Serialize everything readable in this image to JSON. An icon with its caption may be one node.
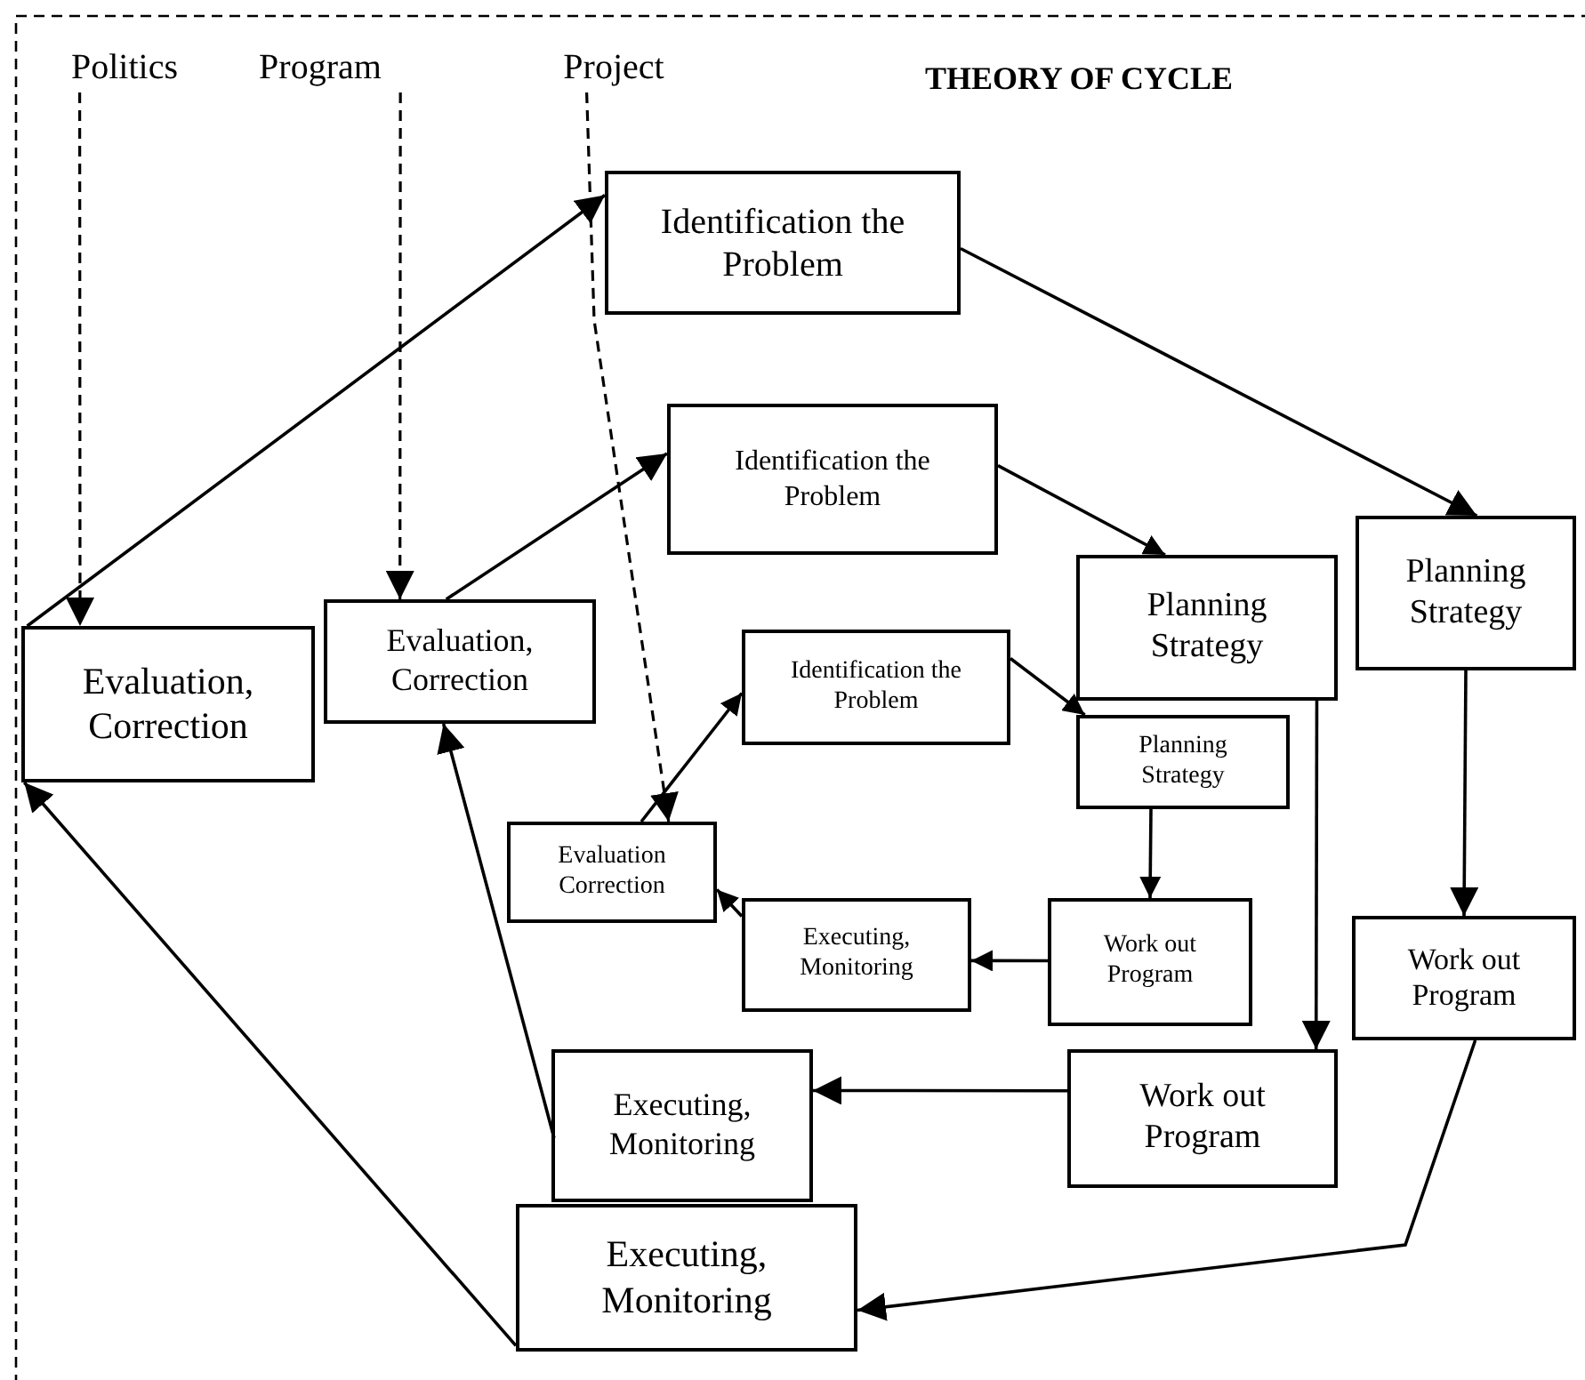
{
  "diagram": {
    "title": "THEORY OF CYCLE",
    "nodes": [
      {
        "text": [
          "Politics"
        ]
      },
      {
        "text": [
          "Program"
        ]
      },
      {
        "text": [
          "Project"
        ]
      },
      {
        "text": [
          "Evaluation, Correction"
        ]
      },
      {
        "text": [
          "Identification the Problem"
        ]
      },
      {
        "text": [
          "Planning Strategy"
        ]
      },
      {
        "text": [
          "Work out Program"
        ]
      },
      {
        "text": [
          "Executing, Monitoring"
        ]
      },
      {
        "text": [
          "Evaluation, Correction"
        ]
      },
      {
        "text": [
          "Identification the Problem"
        ]
      },
      {
        "text": [
          "Planning Strategy"
        ]
      },
      {
        "text": [
          "Work out Program"
        ]
      },
      {
        "text": [
          "Executing, Monitoring"
        ]
      },
      {
        "text": [
          "Evaluation Correction"
        ]
      },
      {
        "text": [
          "Identification the Problem"
        ]
      },
      {
        "text": [
          "Planning Strategy"
        ]
      },
      {
        "text": [
          "Work out Program"
        ]
      },
      {
        "text": [
          "Executing, Monitoring"
        ]
      }
    ],
    "edges": [
      {
        "from": 0,
        "to": 3,
        "arrow": "to",
        "style": "dashed"
      },
      {
        "from": 1,
        "to": 8,
        "arrow": "to",
        "style": "dashed"
      },
      {
        "from": 2,
        "to": 13,
        "arrow": "to",
        "style": "dashed"
      },
      {
        "from": 3,
        "to": 4,
        "arrow": "to"
      },
      {
        "from": 4,
        "to": 5,
        "arrow": "to"
      },
      {
        "from": 5,
        "to": 6,
        "arrow": "to"
      },
      {
        "from": 6,
        "to": 7,
        "arrow": "to"
      },
      {
        "from": 7,
        "to": 3,
        "arrow": "to"
      },
      {
        "from": 8,
        "to": 9,
        "arrow": "to"
      },
      {
        "from": 9,
        "to": 10,
        "arrow": "to"
      },
      {
        "from": 10,
        "to": 11,
        "arrow": "to"
      },
      {
        "from": 11,
        "to": 12,
        "arrow": "to"
      },
      {
        "from": 12,
        "to": 8,
        "arrow": "to"
      },
      {
        "from": 13,
        "to": 14,
        "arrow": "to"
      },
      {
        "from": 14,
        "to": 15,
        "arrow": "to"
      },
      {
        "from": 15,
        "to": 16,
        "arrow": "to"
      },
      {
        "from": 16,
        "to": 17,
        "arrow": "to"
      },
      {
        "from": 17,
        "to": 13,
        "arrow": "to"
      }
    ]
  }
}
